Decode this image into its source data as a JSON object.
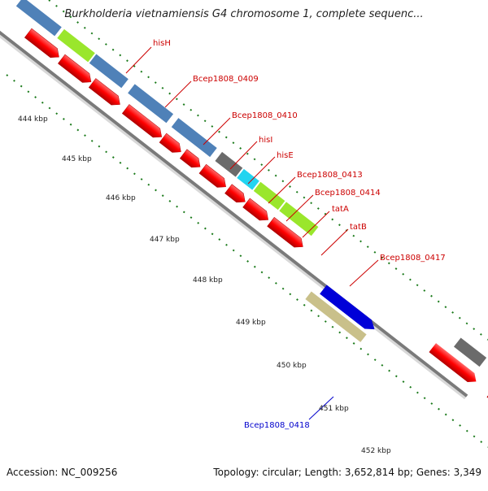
{
  "title": "Burkholderia vietnamiensis G4 chromosome 1, complete sequenc...",
  "accession": "Accession: NC_009256",
  "topology": "Topology: circular; Length: 3,652,814 bp; Genes: 3,349",
  "ticks": [
    "444 kbp",
    "445 kbp",
    "446 kbp",
    "447 kbp",
    "448 kbp",
    "449 kbp",
    "450 kbp",
    "451 kbp",
    "452 kbp"
  ],
  "gene_labels": [
    {
      "text": "hisH",
      "color": "#cc0000"
    },
    {
      "text": "Bcep1808_0409",
      "color": "#cc0000"
    },
    {
      "text": "Bcep1808_0410",
      "color": "#cc0000"
    },
    {
      "text": "hisI",
      "color": "#cc0000"
    },
    {
      "text": "hisE",
      "color": "#cc0000"
    },
    {
      "text": "Bcep1808_0413",
      "color": "#cc0000"
    },
    {
      "text": "Bcep1808_0414",
      "color": "#cc0000"
    },
    {
      "text": "tatA",
      "color": "#cc0000"
    },
    {
      "text": "tatB",
      "color": "#cc0000"
    },
    {
      "text": "Bcep1808_0417",
      "color": "#cc0000"
    },
    {
      "text": "Bcep1808_0418",
      "color": "#0000cc"
    }
  ],
  "colors": {
    "cds_red": "#ff0000",
    "gene_steelblue": "#4f81b8",
    "gene_lime": "#9ae62c",
    "gene_gray": "#6b6b6b",
    "gene_cyan": "#22d4f0",
    "gene_khaki": "#c9c08a",
    "gene_blue": "#0000d8",
    "tick_green": "#1a7a1a",
    "backbone": "#8c8c8c"
  }
}
